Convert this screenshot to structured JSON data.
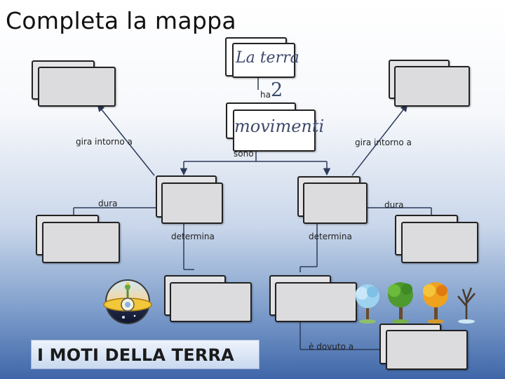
{
  "title": "Completa la mappa",
  "center": {
    "earth_label": "La terra",
    "has_label": "ha",
    "count": "2",
    "movements_label": "movimenti"
  },
  "labels": {
    "sono": "sono",
    "left_orbit": "gira intorno a",
    "right_orbit": "gira intorno a",
    "left_duration": "dura",
    "right_duration": "dura",
    "left_determines": "determina",
    "right_determines": "determina",
    "caused_by": "è dovuto  a"
  },
  "banner": "I MOTI DELLA TERRA",
  "colors": {
    "arrow": "#2b3a5a",
    "banner_text": "#1b1b1b",
    "script_text": "#3e4a6c"
  }
}
